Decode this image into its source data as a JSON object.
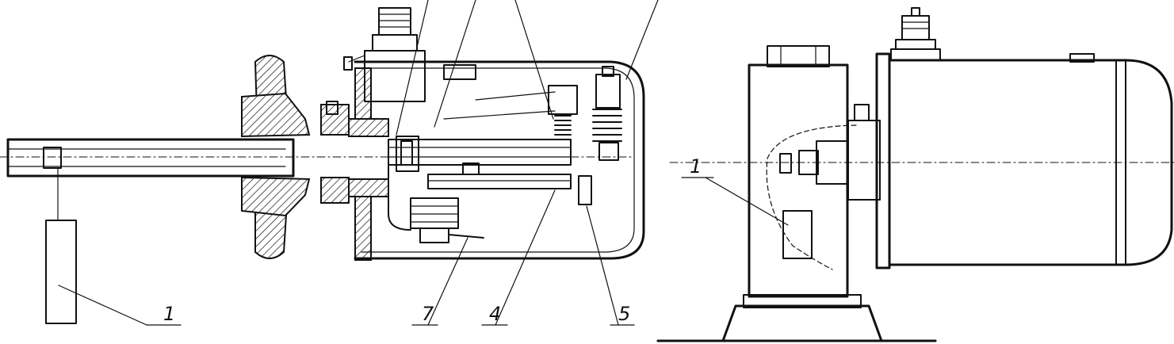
{
  "callouts": {
    "left_1": "1",
    "left_7": "7",
    "left_4": "4",
    "left_5": "5",
    "right_1": "1"
  }
}
